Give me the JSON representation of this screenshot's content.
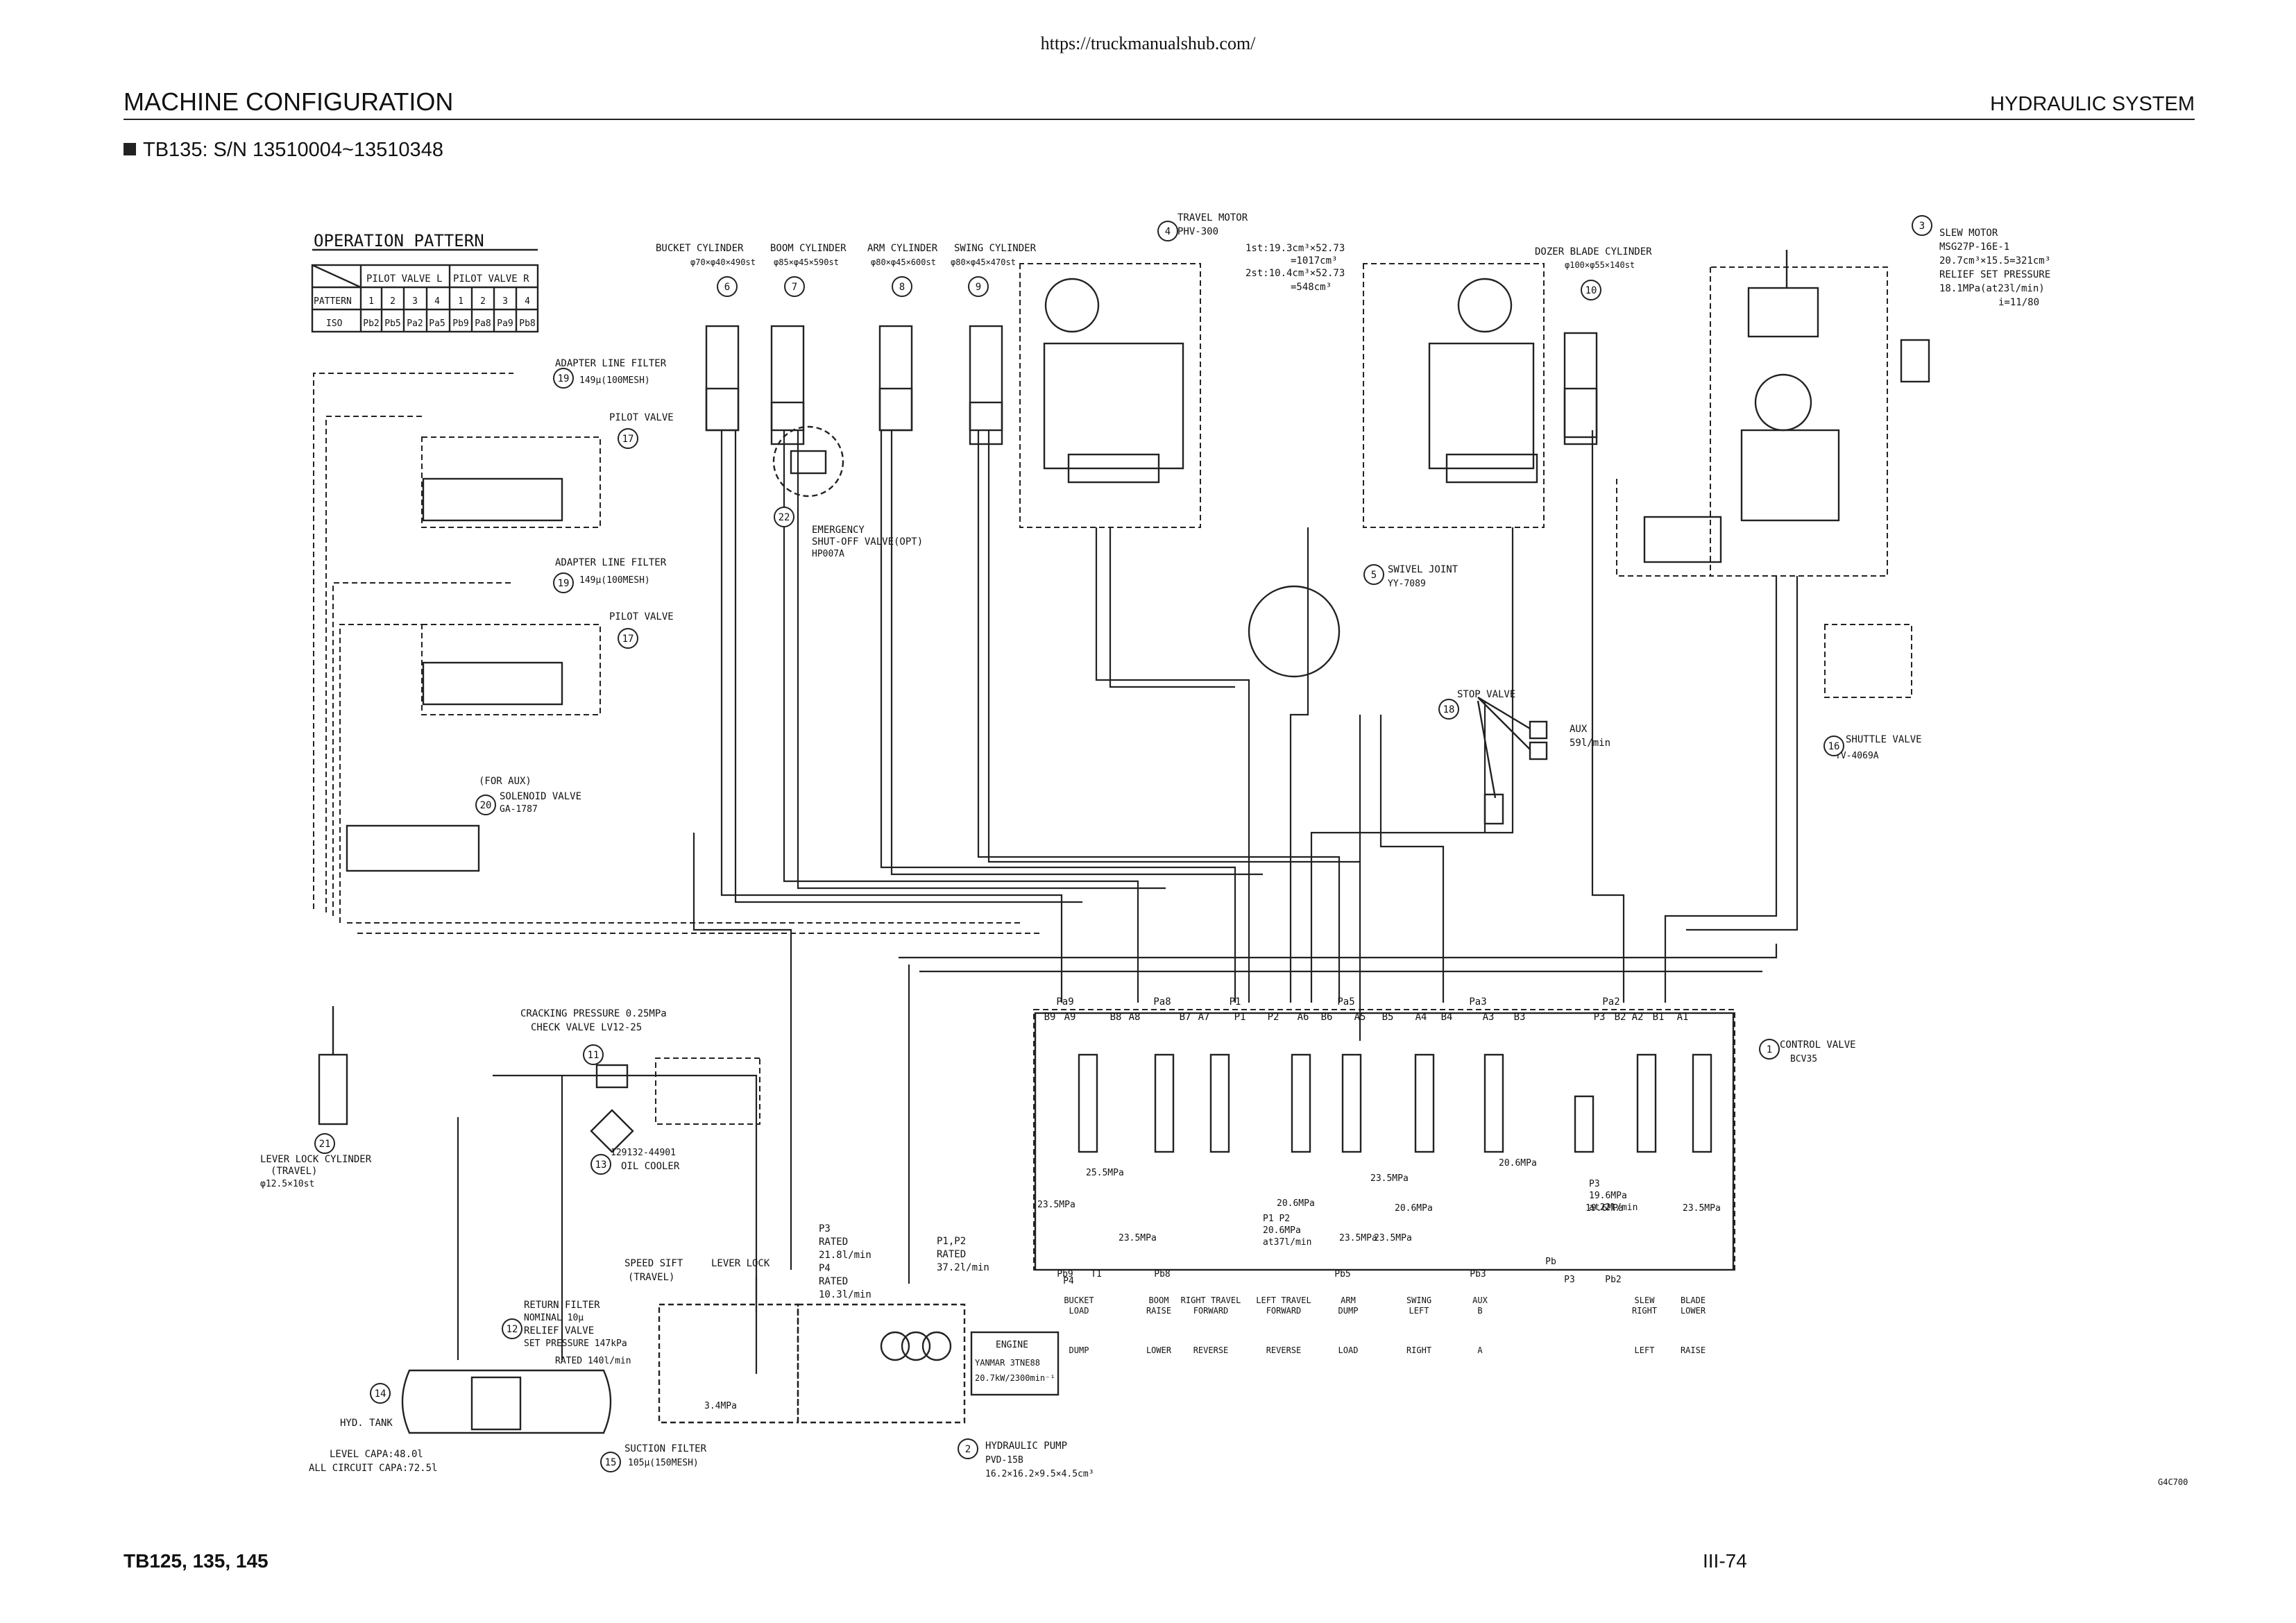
{
  "page": {
    "url": "https://truckmanualshub.com/",
    "section_left": "MACHINE CONFIGURATION",
    "section_right": "HYDRAULIC SYSTEM",
    "subtitle": "TB135: S/N 13510004~13510348",
    "footer_left": "TB125, 135, 145",
    "footer_right": "III-74",
    "drawing_code": "G4C700"
  },
  "operation_pattern": {
    "title": "OPERATION PATTERN",
    "header_l": "PILOT VALVE L",
    "header_r": "PILOT VALVE R",
    "pattern_label": "PATTERN",
    "ports": [
      "1",
      "2",
      "3",
      "4",
      "1",
      "2",
      "3",
      "4"
    ],
    "iso_label": "ISO",
    "iso_values": [
      "Pb2",
      "Pb5",
      "Pa2",
      "Pa5",
      "Pb9",
      "Pa8",
      "Pa9",
      "Pb8"
    ]
  },
  "components": {
    "bucket_cyl": "BUCKET CYLINDER",
    "bucket_spec": "φ70×φ40×490st",
    "boom_cyl": "BOOM CYLINDER",
    "boom_spec": "φ85×φ45×590st",
    "arm_cyl": "ARM CYLINDER",
    "arm_spec": "φ80×φ45×600st",
    "swing_cyl": "SWING CYLINDER",
    "swing_spec": "φ80×φ45×470st",
    "travel_motor": "TRAVEL MOTOR",
    "travel_motor_model": "PHV-300",
    "travel_1st": "1st:19.3cm³×52.73",
    "travel_1st_b": "=1017cm³",
    "travel_2st": "2st:10.4cm³×52.73",
    "travel_2st_b": "=548cm³",
    "dozer_cyl": "DOZER BLADE CYLINDER",
    "dozer_spec": "φ100×φ55×140st",
    "slew_motor": "SLEW MOTOR",
    "slew_model": "MSG27P-16E-1",
    "slew_disp": "20.7cm³×15.5=321cm³",
    "slew_relief": "RELIEF SET PRESSURE",
    "slew_relief_val": "18.1MPa(at23l/min)",
    "slew_ratio": "i=11/80",
    "adapter_filter": "ADAPTER LINE FILTER",
    "adapter_filter_spec": "149μ(100MESH)",
    "pilot_valve": "PILOT VALVE",
    "emergency": "EMERGENCY",
    "emergency_b": "SHUT-OFF VALVE(OPT)",
    "emergency_c": "HP007A",
    "swivel": "SWIVEL JOINT",
    "swivel_model": "YY-7089",
    "stop_valve": "STOP VALVE",
    "aux": "AUX",
    "aux_flow": "59l/min",
    "shuttle": "SHUTTLE VALVE",
    "shuttle_model": "YV-4069A",
    "for_aux": "(FOR AUX)",
    "solenoid": "SOLENOID VALVE",
    "solenoid_model": "GA-1787",
    "cracking": "CRACKING PRESSURE 0.25MPa",
    "check_valve": "CHECK VALVE LV12-25",
    "cooler_part": "129132-44901",
    "oil_cooler": "OIL COOLER",
    "lever_lock_cyl": "LEVER LOCK CYLINDER",
    "lever_lock_b": "(TRAVEL)",
    "lever_lock_c": "φ12.5×10st",
    "speed_sift": "SPEED SIFT",
    "speed_sift_b": "(TRAVEL)",
    "lever_lock": "LEVER LOCK",
    "return_filter": "RETURN FILTER",
    "return_filter_b": "NOMINAL 10μ",
    "relief_valve": "RELIEF VALVE",
    "relief_valve_b": "SET PRESSURE 147kPa",
    "rated_140": "RATED 140l/min",
    "hyd_tank": "HYD. TANK",
    "level_capa": "LEVEL CAPA:48.0l",
    "all_capa": "ALL CIRCUIT CAPA:72.5l",
    "suction": "SUCTION FILTER",
    "suction_b": "105μ(150MESH)",
    "p3_rated": [
      "P3",
      "RATED",
      "21.8l/min",
      "P4",
      "RATED",
      "10.3l/min"
    ],
    "p12_rated": [
      "P1,P2",
      "RATED",
      "37.2l/min"
    ],
    "pump": "HYDRAULIC PUMP",
    "pump_model": "PVD-15B",
    "pump_disp": "16.2×16.2×9.5×4.5cm³",
    "engine": "ENGINE",
    "engine_model": "YANMAR 3TNE88",
    "engine_power": "20.7kW/2300min⁻¹",
    "control_valve": "CONTROL VALVE",
    "control_valve_model": "BCV35",
    "p34_label": "3.4MPa"
  },
  "callouts": [
    "1",
    "2",
    "3",
    "4",
    "5",
    "6",
    "7",
    "8",
    "9",
    "10",
    "11",
    "12",
    "13",
    "14",
    "15",
    "16",
    "17",
    "17",
    "18",
    "19",
    "19",
    "20",
    "21",
    "22"
  ],
  "cv_ports_top": [
    "B9",
    "A9",
    "B8",
    "A8",
    "B7",
    "A7",
    "P1",
    "P2",
    "A6",
    "B6",
    "A5",
    "B5",
    "A4",
    "B4",
    "A3",
    "B3",
    "P3",
    "B2",
    "A2",
    "B1",
    "A1"
  ],
  "cv_pilot_top": [
    "Pa9",
    "Pa8",
    "P1",
    "Pa5",
    "Pa3",
    "Pa2"
  ],
  "cv_pilot_bottom": [
    "Pb9",
    "T1",
    "Pb8",
    "Pb5",
    "Pb3",
    "Pb2",
    "Pb",
    "P4",
    "P3"
  ],
  "relief_values": [
    "23.5MPa",
    "25.5MPa",
    "23.5MPa",
    "20.6MPa",
    "23.5MPa",
    "23.5MPa",
    "20.6MPa",
    "20.6MPa",
    "23.5MPa",
    "19.6MPa",
    "23.5MPa"
  ],
  "p2_note": [
    "P1 P2",
    "20.6MPa",
    "at37l/min"
  ],
  "p3_note": [
    "P3",
    "19.6MPa",
    "at22l/min"
  ],
  "functions": [
    {
      "top": "BUCKET",
      "top2": "LOAD",
      "bottom": "DUMP"
    },
    {
      "top": "BOOM",
      "top2": "RAISE",
      "bottom": "LOWER"
    },
    {
      "top": "RIGHT TRAVEL",
      "top2": "FORWARD",
      "bottom": "REVERSE"
    },
    {
      "top": "LEFT TRAVEL",
      "top2": "FORWARD",
      "bottom": "REVERSE"
    },
    {
      "top": "ARM",
      "top2": "DUMP",
      "bottom": "LOAD"
    },
    {
      "top": "SWING",
      "top2": "LEFT",
      "bottom": "RIGHT"
    },
    {
      "top": "AUX",
      "top2": "B",
      "bottom": "A"
    },
    {
      "top": "SLEW",
      "top2": "RIGHT",
      "bottom": "LEFT"
    },
    {
      "top": "BLADE",
      "top2": "LOWER",
      "bottom": "RAISE"
    }
  ]
}
